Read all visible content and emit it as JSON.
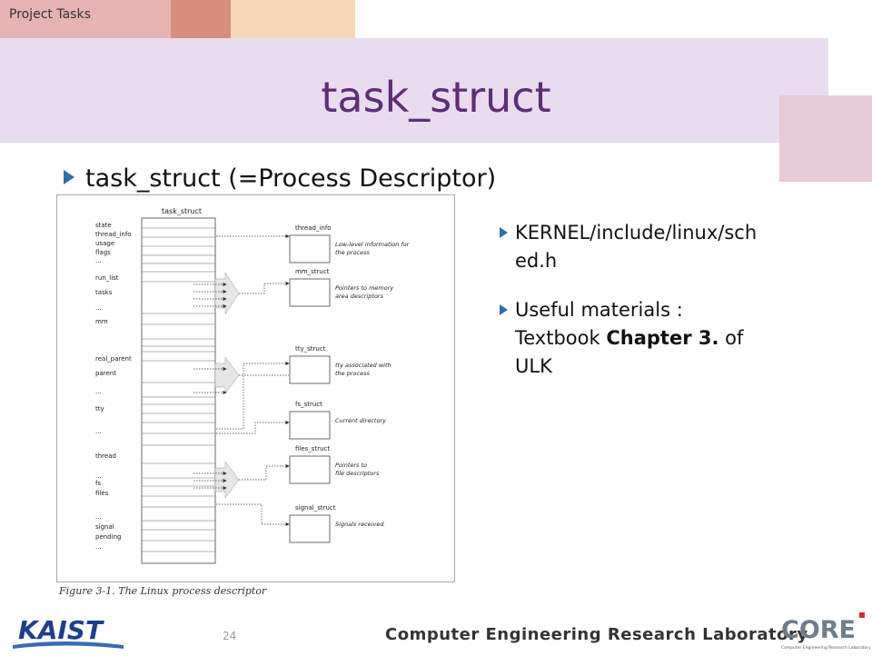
{
  "header": {
    "topic": "Project Tasks",
    "title": "task_struct"
  },
  "main": {
    "bullet": "task_struct (=Process Descriptor)",
    "right_bullets": [
      {
        "text": "KERNEL/include/linux/sched.h"
      },
      {
        "prefix": "Useful materials : Textbook ",
        "bold": "Chapter 3.",
        "suffix": " of ULK"
      }
    ]
  },
  "figure": {
    "struct_name": "task_struct",
    "fields": [
      "state",
      "thread_info",
      "usage",
      "flags",
      "...",
      "run_list",
      "tasks",
      "...",
      "mm",
      "real_parent",
      "parent",
      "...",
      "tty",
      "...",
      "thread",
      "...",
      "fs",
      "files",
      "...",
      "signal",
      "pending",
      "..."
    ],
    "targets": [
      {
        "name": "thread_info",
        "desc": "Low-level information for the process"
      },
      {
        "name": "mm_struct",
        "desc": "Pointers to memory area descriptors"
      },
      {
        "name": "tty_struct",
        "desc": "tty associated with the process"
      },
      {
        "name": "fs_struct",
        "desc": "Current directory"
      },
      {
        "name": "files_struct",
        "desc": "Pointers to file descriptors"
      },
      {
        "name": "signal_struct",
        "desc": "Signals received"
      }
    ],
    "caption": "Figure 3-1. The Linux process descriptor"
  },
  "footer": {
    "page": "24",
    "lab": "Computer Engineering Research Laboratory",
    "logo_left": "KAIST",
    "logo_right": "CORE",
    "logo_right_sub": "Computer Engineering Research Laboratory"
  }
}
